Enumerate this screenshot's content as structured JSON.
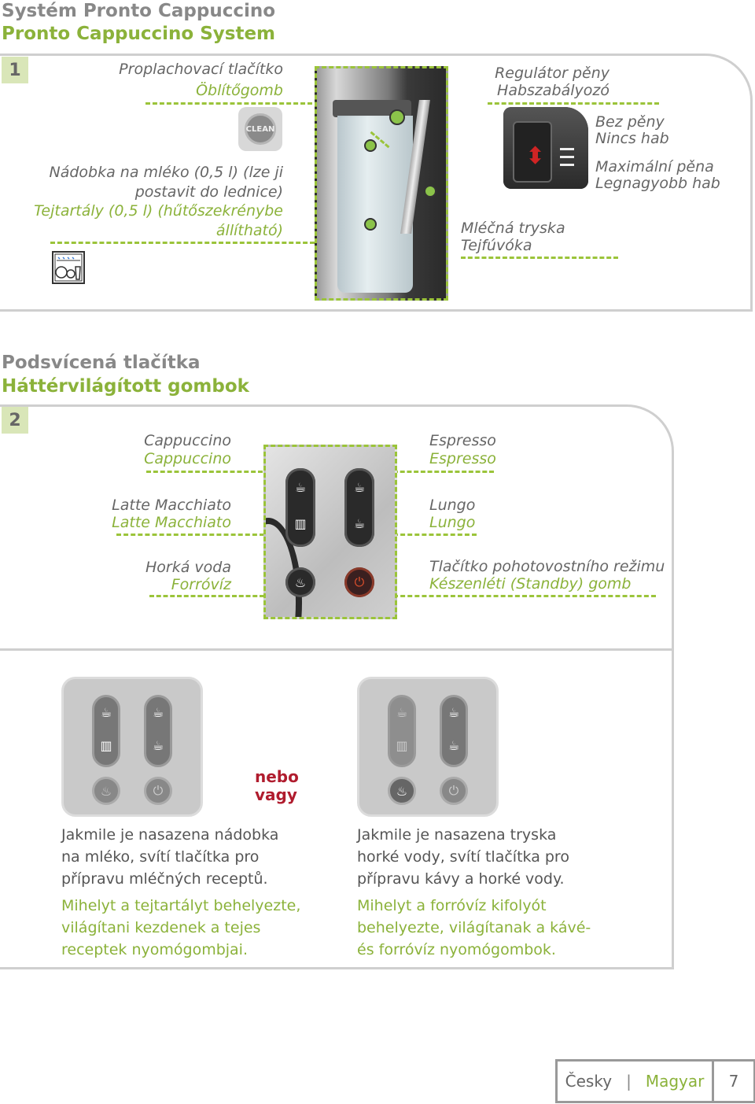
{
  "header": {
    "title_cs": "Systém Pronto Cappuccino",
    "title_hu": "Pronto Cappuccino System"
  },
  "section1": {
    "number": "1",
    "rinse_cs": "Proplachovací tlačítko",
    "rinse_hu": "Öblítőgomb",
    "clean_label": "CLEAN",
    "milk_l1": "Nádobka na mléko (0,5 l) (lze ji",
    "milk_l2": "postavit do lednice)",
    "milk_l3": "Tejtartály (0,5 l) (hűtőszekrénybe",
    "milk_l4": "állítható)",
    "froth_reg_cs": "Regulátor pěny",
    "froth_reg_hu": "Habszabályozó",
    "nofroth_cs": "Bez pěny",
    "nofroth_hu": "Nincs hab",
    "maxfroth_cs": "Maximální pěna",
    "maxfroth_hu": "Legnagyobb hab",
    "nozzle_cs": "Mléčná tryska",
    "nozzle_hu": "Tejfúvóka"
  },
  "section2": {
    "title_cs": "Podsvícená tlačítka",
    "title_hu": "Háttérvilágított gombok",
    "number": "2",
    "cappuccino_1": "Cappuccino",
    "cappuccino_2": "Cappuccino",
    "latte_1": "Latte Macchiato",
    "latte_2": "Latte Macchiato",
    "hot_cs": "Horká voda",
    "hot_hu": "Forróvíz",
    "espresso_1": "Espresso",
    "espresso_2": "Espresso",
    "lungo_1": "Lungo",
    "lungo_2": "Lungo",
    "standby_cs": "Tlačítko pohotovostního režimu",
    "standby_hu": "Készenléti (Standby) gomb"
  },
  "section3": {
    "or_cs": "nebo",
    "or_hu": "vagy",
    "left_cs_1": "Jakmile je nasazena nádobka",
    "left_cs_2": "na mléko, svítí tlačítka pro",
    "left_cs_3": "přípravu mléčných receptů.",
    "left_hu_1": "Mihelyt a tejtartályt behelyezte,",
    "left_hu_2": "világítani kezdenek a tejes",
    "left_hu_3": "receptek nyomógombjai.",
    "right_cs_1": "Jakmile je nasazena tryska",
    "right_cs_2": "horké vody, svítí tlačítka pro",
    "right_cs_3": "přípravu kávy a horké vody.",
    "right_hu_1": "Mihelyt a forróvíz kifolyót",
    "right_hu_2": "behelyezte, világítanak a kávé-",
    "right_hu_3": "és forróvíz nyomógombok."
  },
  "footer": {
    "lang_cs": "Česky",
    "separator": "|",
    "lang_hu": "Magyar",
    "page": "7"
  },
  "colors": {
    "accent": "#8bb23a",
    "gray_text": "#666666",
    "red": "#b01c2e"
  }
}
